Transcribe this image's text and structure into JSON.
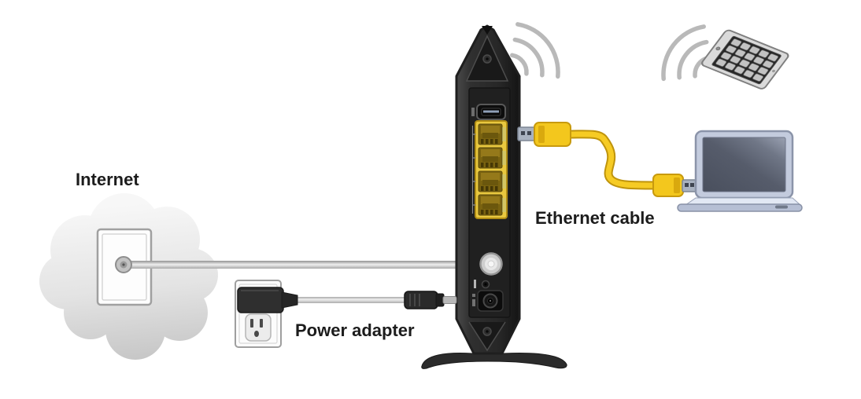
{
  "labels": {
    "internet": "Internet",
    "ethernet_cable": "Ethernet cable",
    "power_adapter": "Power adapter"
  },
  "components": [
    "internet-cloud",
    "coax-wall-plate",
    "coax-cable",
    "cable-modem-router",
    "router-wifi-signal",
    "tablet-wifi-signal",
    "tablet",
    "ethernet-cable",
    "laptop",
    "power-adapter",
    "wall-outlet",
    "dc-power-plug"
  ],
  "connections": [
    {
      "from": "internet-cloud",
      "to": "cable-modem-router",
      "via": "coax-cable"
    },
    {
      "from": "cable-modem-router",
      "to": "laptop",
      "via": "ethernet-cable"
    },
    {
      "from": "cable-modem-router",
      "to": "tablet",
      "via": "wifi-signal"
    },
    {
      "from": "wall-outlet",
      "to": "cable-modem-router",
      "via": "power-adapter"
    }
  ],
  "router": {
    "ethernet_port_count": 4,
    "usb_port_count": 1,
    "coax_port_count": 1,
    "power_port_count": 1
  },
  "colors": {
    "background": "#ffffff",
    "label_text": "#1c1c1c",
    "router_body": "#2b2b2b",
    "ethernet_port_panel": "#e9c83f",
    "ethernet_cable": "#f3c71d",
    "coax_cable": "#c9c9c9",
    "wifi_arcs": "#b9b9b9",
    "laptop_screen": "#5a6070",
    "laptop_frame": "#c3cbdd",
    "tablet_bezel": "#dadada",
    "tablet_screen": "#262626"
  }
}
